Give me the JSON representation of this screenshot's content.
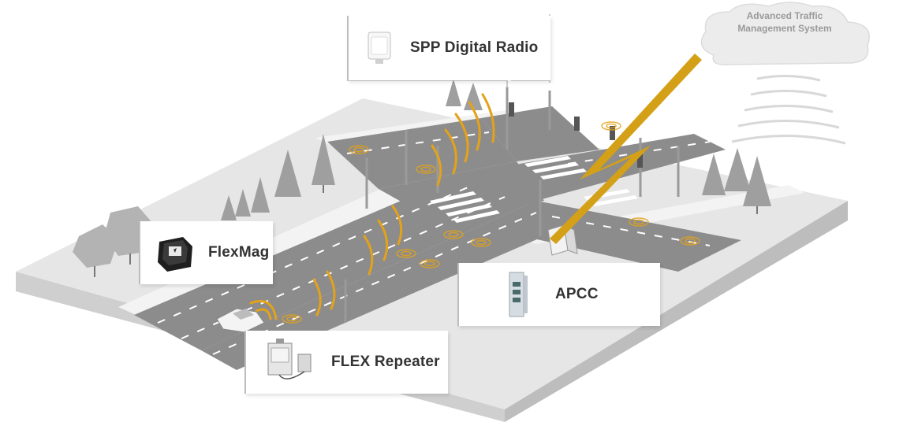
{
  "diagram": {
    "cloud_label_line1": "Advanced Traffic",
    "cloud_label_line2": "Management System",
    "callouts": {
      "spp_radio": "SPP Digital Radio",
      "flexmag": "FlexMag",
      "apcc": "APCC",
      "flex_repeater": "FLEX Repeater"
    },
    "device_icons": {
      "spp_radio": "radio-box-icon",
      "flexmag": "magnetometer-sensor-icon",
      "apcc": "controller-card-icon",
      "flex_repeater": "repeater-cabinet-icon"
    },
    "colors": {
      "road": "#8a8a8a",
      "ground": "#e4e4e4",
      "ground_side": "#cfcfcf",
      "sidewalk": "#f0f0f0",
      "signal_wave": "#e3a21a",
      "wireless_link": "#d4a017",
      "cloud": "#ececec",
      "tree": "#a9a9a9"
    }
  }
}
